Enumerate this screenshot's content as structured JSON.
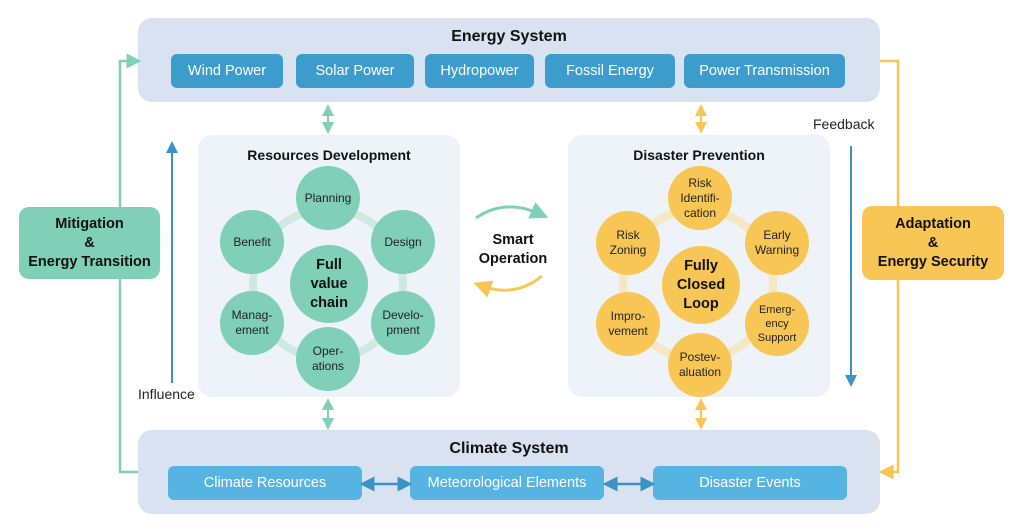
{
  "energy_system": {
    "title": "Energy System",
    "items": [
      "Wind Power",
      "Solar Power",
      "Hydropower",
      "Fossil Energy",
      "Power Transmission"
    ]
  },
  "climate_system": {
    "title": "Climate System",
    "items": [
      "Climate Resources",
      "Meteorological Elements",
      "Disaster Events"
    ]
  },
  "resources_development": {
    "title": "Resources Development",
    "center": "Full value chain",
    "center_lines": [
      "Full",
      "value",
      "chain"
    ],
    "nodes": [
      {
        "lines": [
          "Planning"
        ]
      },
      {
        "lines": [
          "Design"
        ]
      },
      {
        "lines": [
          "Develo-",
          "pment"
        ]
      },
      {
        "lines": [
          "Oper-",
          "ations"
        ]
      },
      {
        "lines": [
          "Manag-",
          "ement"
        ]
      },
      {
        "lines": [
          "Benefit"
        ]
      }
    ]
  },
  "disaster_prevention": {
    "title": "Disaster Prevention",
    "center": "Fully Closed Loop",
    "center_lines": [
      "Fully",
      "Closed",
      "Loop"
    ],
    "nodes": [
      {
        "lines": [
          "Risk",
          "Identifi-",
          "cation"
        ]
      },
      {
        "lines": [
          "Early",
          "Warning"
        ]
      },
      {
        "lines": [
          "Emerg-",
          "ency",
          "Support"
        ]
      },
      {
        "lines": [
          "Postev-",
          "aluation"
        ]
      },
      {
        "lines": [
          "Impro-",
          "vement"
        ]
      },
      {
        "lines": [
          "Risk",
          "Zoning"
        ]
      }
    ]
  },
  "smart_operation": {
    "lines": [
      "Smart",
      "Operation"
    ]
  },
  "mitigation": {
    "lines": [
      "Mitigation",
      "&",
      "Energy Transition"
    ]
  },
  "adaptation": {
    "lines": [
      "Adaptation",
      "&",
      "Energy Security"
    ]
  },
  "labels": {
    "influence": "Influence",
    "feedback": "Feedback"
  },
  "colors": {
    "system_bg": "#d9e2f0",
    "energy_item": "#3c9ccb",
    "climate_item": "#56b4e3",
    "panel_bg": "#eef2f9",
    "green": "#7fd0b6",
    "yellow": "#f8c654",
    "blue_arrow": "#3a93c4"
  }
}
